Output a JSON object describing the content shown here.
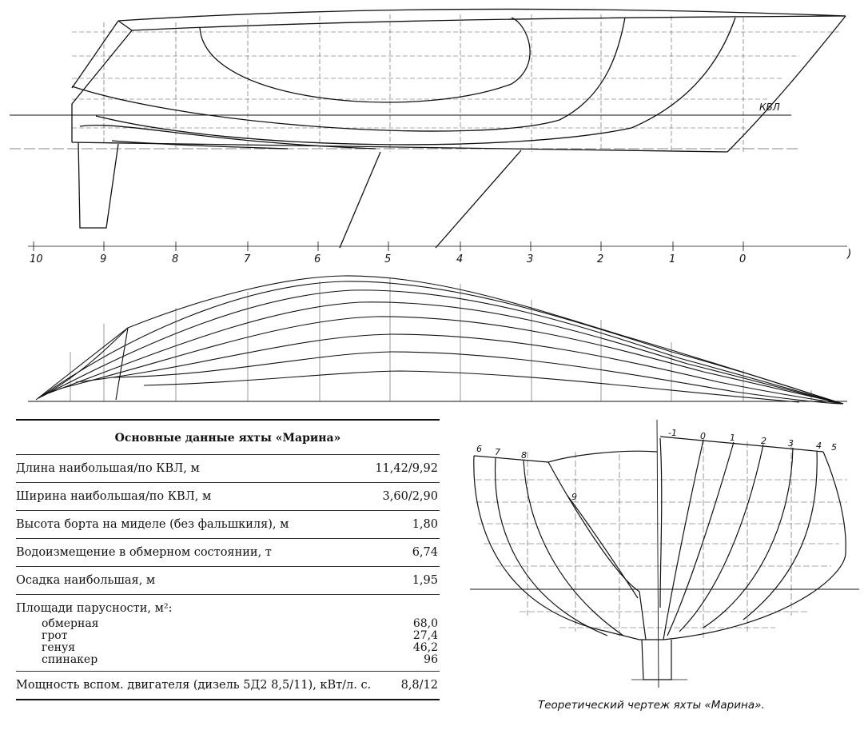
{
  "profile": {
    "kvl_label": "КВЛ",
    "station_numbers": [
      "10",
      "9",
      "8",
      "7",
      "6",
      "5",
      "4",
      "3",
      "2",
      "1",
      "0"
    ]
  },
  "body_plan": {
    "station_numbers": [
      "6",
      "7",
      "8",
      "9",
      "-1",
      "0",
      "1",
      "2",
      "3",
      "4",
      "5"
    ]
  },
  "table": {
    "title": "Основные данные яхты «Марина»",
    "rows": [
      {
        "label": "Длина наибольшая/по КВЛ, м",
        "value": "11,42/9,92"
      },
      {
        "label": "Ширина наибольшая/по КВЛ, м",
        "value": "3,60/2,90"
      },
      {
        "label": "Высота борта на миделе (без фальшкиля), м",
        "value": "1,80"
      },
      {
        "label": "Водоизмещение в обмерном состоянии, т",
        "value": "6,74"
      },
      {
        "label": "Осадка наибольшая, м",
        "value": "1,95"
      }
    ],
    "sail_area": {
      "label": "Площади парусности, м²:",
      "items": [
        {
          "label": "обмерная",
          "value": "68,0"
        },
        {
          "label": "грот",
          "value": "27,4"
        },
        {
          "label": "генуя",
          "value": "46,2"
        },
        {
          "label": "спинакер",
          "value": "96"
        }
      ]
    },
    "engine": {
      "label": "Мощность вспом. двигателя (дизель 5Д2 8,5/11), кВт/л. с.",
      "value": "8,8/12"
    }
  },
  "caption": "Теоретический чертеж яхты «Марина»."
}
